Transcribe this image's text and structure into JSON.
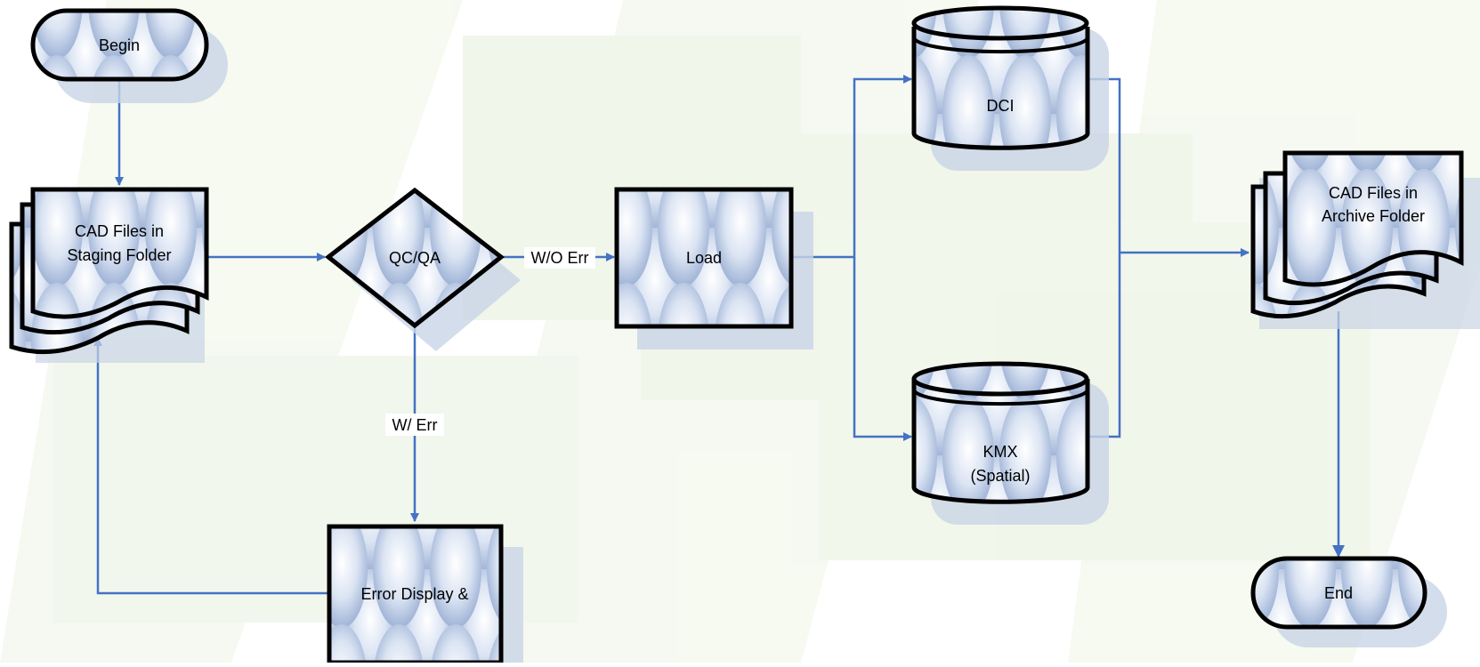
{
  "diagram": {
    "nodes": {
      "begin": "Begin",
      "cad_line1": "CAD Files in",
      "cad_line2": "Staging Folder",
      "qcqa": "QC/QA",
      "load": "Load",
      "dci": "DCI",
      "kmx_line1": "KMX",
      "kmx_line2": "(Spatial)",
      "archive_line1": "CAD Files in",
      "archive_line2": "Archive Folder",
      "error_box": "Error Display &",
      "end": "End"
    },
    "edges": {
      "wo_err": "W/O Err",
      "w_err": "W/ Err"
    }
  },
  "colors": {
    "connector": "#4472c4",
    "shape_fill": "#c6d3ea",
    "shape_stroke": "#000000",
    "shadow": "#c9d4e6",
    "background_tint": "#e9f2df"
  }
}
